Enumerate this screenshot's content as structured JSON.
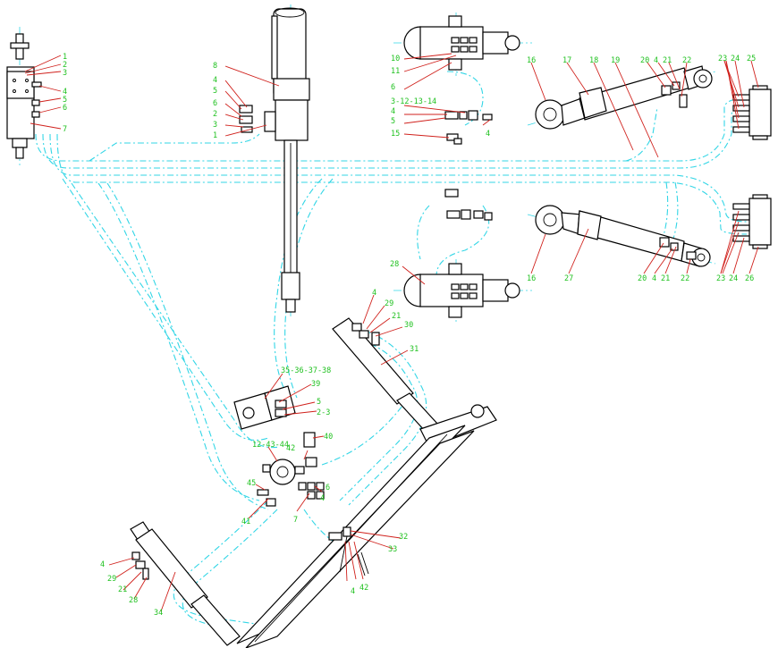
{
  "colors": {
    "hose": "#33d6e6",
    "leader": "#d0211c",
    "label": "#1fc11f",
    "outline": "#000000"
  },
  "left_cylinder_labels": [
    "1",
    "2",
    "3",
    "4",
    "5",
    "6",
    "7"
  ],
  "upper_cylinder_labels": [
    "8",
    "4",
    "5",
    "6",
    "2",
    "3",
    "1"
  ],
  "tele_labels": {
    "top_a": "10",
    "top_b": "11",
    "top_c": "6",
    "mid": "3-12-13-14",
    "m4": "4",
    "m5": "5",
    "m15": "15",
    "m4b": "4",
    "bottom": "28"
  },
  "right_upper_labels": [
    "16",
    "17",
    "18",
    "19",
    "20",
    "4",
    "21",
    "22",
    "23",
    "24",
    "25"
  ],
  "right_lower_labels": [
    "16",
    "27",
    "20",
    "4",
    "21",
    "22",
    "23",
    "24",
    "26"
  ],
  "mid_labels": {
    "a": "35-36-37-38",
    "b": "39",
    "c": "5",
    "d": "2-3",
    "e": "12-43-44",
    "f": "40",
    "g": "42",
    "h": "41",
    "i": "45",
    "j": "4",
    "k": "7",
    "l": "6"
  },
  "arm_labels": {
    "a": "4",
    "b": "29",
    "c": "21",
    "d": "30",
    "e": "31"
  },
  "bottom_labels": {
    "a": "4",
    "b": "29",
    "c": "21",
    "d": "28",
    "e": "34",
    "f": "32",
    "g": "33",
    "h": "4",
    "i": "42"
  }
}
